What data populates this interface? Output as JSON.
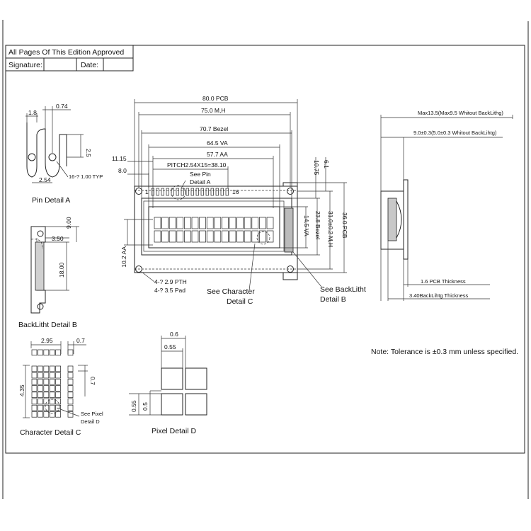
{
  "title_block": {
    "approval": "All Pages Of This Edition Approved",
    "signature_label": "Signature:",
    "date_label": "Date:"
  },
  "front_view": {
    "pcb_width": "80.0 PCB",
    "mh_width": "75.0 M,H",
    "bezel_width": "70.7 Bezel",
    "va_width": "64.5  VA",
    "aa_width": "57.7 AA",
    "pitch": "PITCH2.54X15=38.10",
    "left_offset_1": "11.15",
    "left_offset_2": "8.0",
    "pin_first": "1",
    "pin_last": "16",
    "see_pin_detail": "See Pin\nDetail A",
    "top_offset_1": "10.75",
    "top_offset_2": "6.1",
    "pcb_height": "36.0 PCB",
    "mh_height": "31.0±0.2 M,H",
    "bezel_height": "23.8 Bezel",
    "va_height": "14.5 VA",
    "aa_height": "10.2 AA",
    "pth_note": "4-? 2.9 PTH",
    "pad_note": "4-? 3.5 Pad",
    "see_char_detail": "See Character\nDetail C",
    "see_backlight_detail": "See BackLitht\nDetail B"
  },
  "side_view": {
    "max_thickness": "Max13.5(Max9.5 Whitout BackLithg)",
    "module_thickness": "9.0±0.3(5.0±0.3 Whitout BackLihtg)",
    "pcb_thickness": "1.6 PCB Thickness",
    "backlight_thickness": "3.40BackLihtg Thickness"
  },
  "pin_detail": {
    "caption": "Pin Detail A",
    "dim_074": "0.74",
    "dim_18": "1.8",
    "dim_25": "2.5",
    "dim_254": "2.54",
    "hole_note": "16-? 1.00 TYP"
  },
  "backlight_detail": {
    "caption": "BackLitht Detail B",
    "dim_350": "3.50",
    "dim_900": "9.00",
    "dim_1800": "18.00"
  },
  "character_detail": {
    "caption": "Character Detail C",
    "dim_295": "2.95",
    "dim_07_h": "0.7",
    "dim_07_v": "0.7",
    "dim_435": "4.35",
    "see_pixel_detail": "See Pixel\nDetail D"
  },
  "pixel_detail": {
    "caption": "Pixel Detail D",
    "dim_06": "0.6",
    "dim_055_h": "0.55",
    "dim_055_v": "0.55",
    "dim_05": "0.5"
  },
  "note": "Note: Tolerance is ±0.3 mm unless specified."
}
